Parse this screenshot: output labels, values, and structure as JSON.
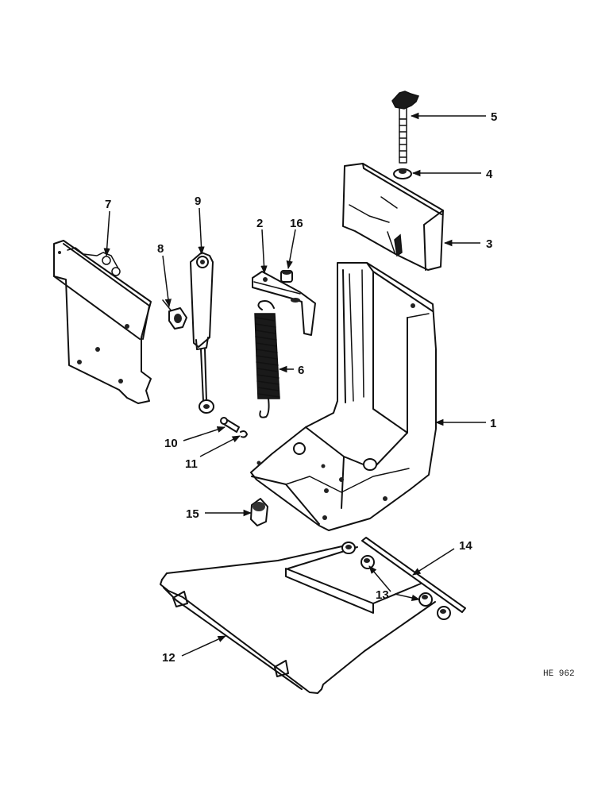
{
  "callouts": {
    "c1": "1",
    "c2": "2",
    "c3": "3",
    "c4": "4",
    "c5": "5",
    "c6": "6",
    "c7": "7",
    "c8": "8",
    "c9": "9",
    "c10": "10",
    "c11": "11",
    "c12": "12",
    "c13": "13",
    "c14": "14",
    "c15": "15",
    "c16": "16"
  },
  "drawing_code": "HE 962"
}
